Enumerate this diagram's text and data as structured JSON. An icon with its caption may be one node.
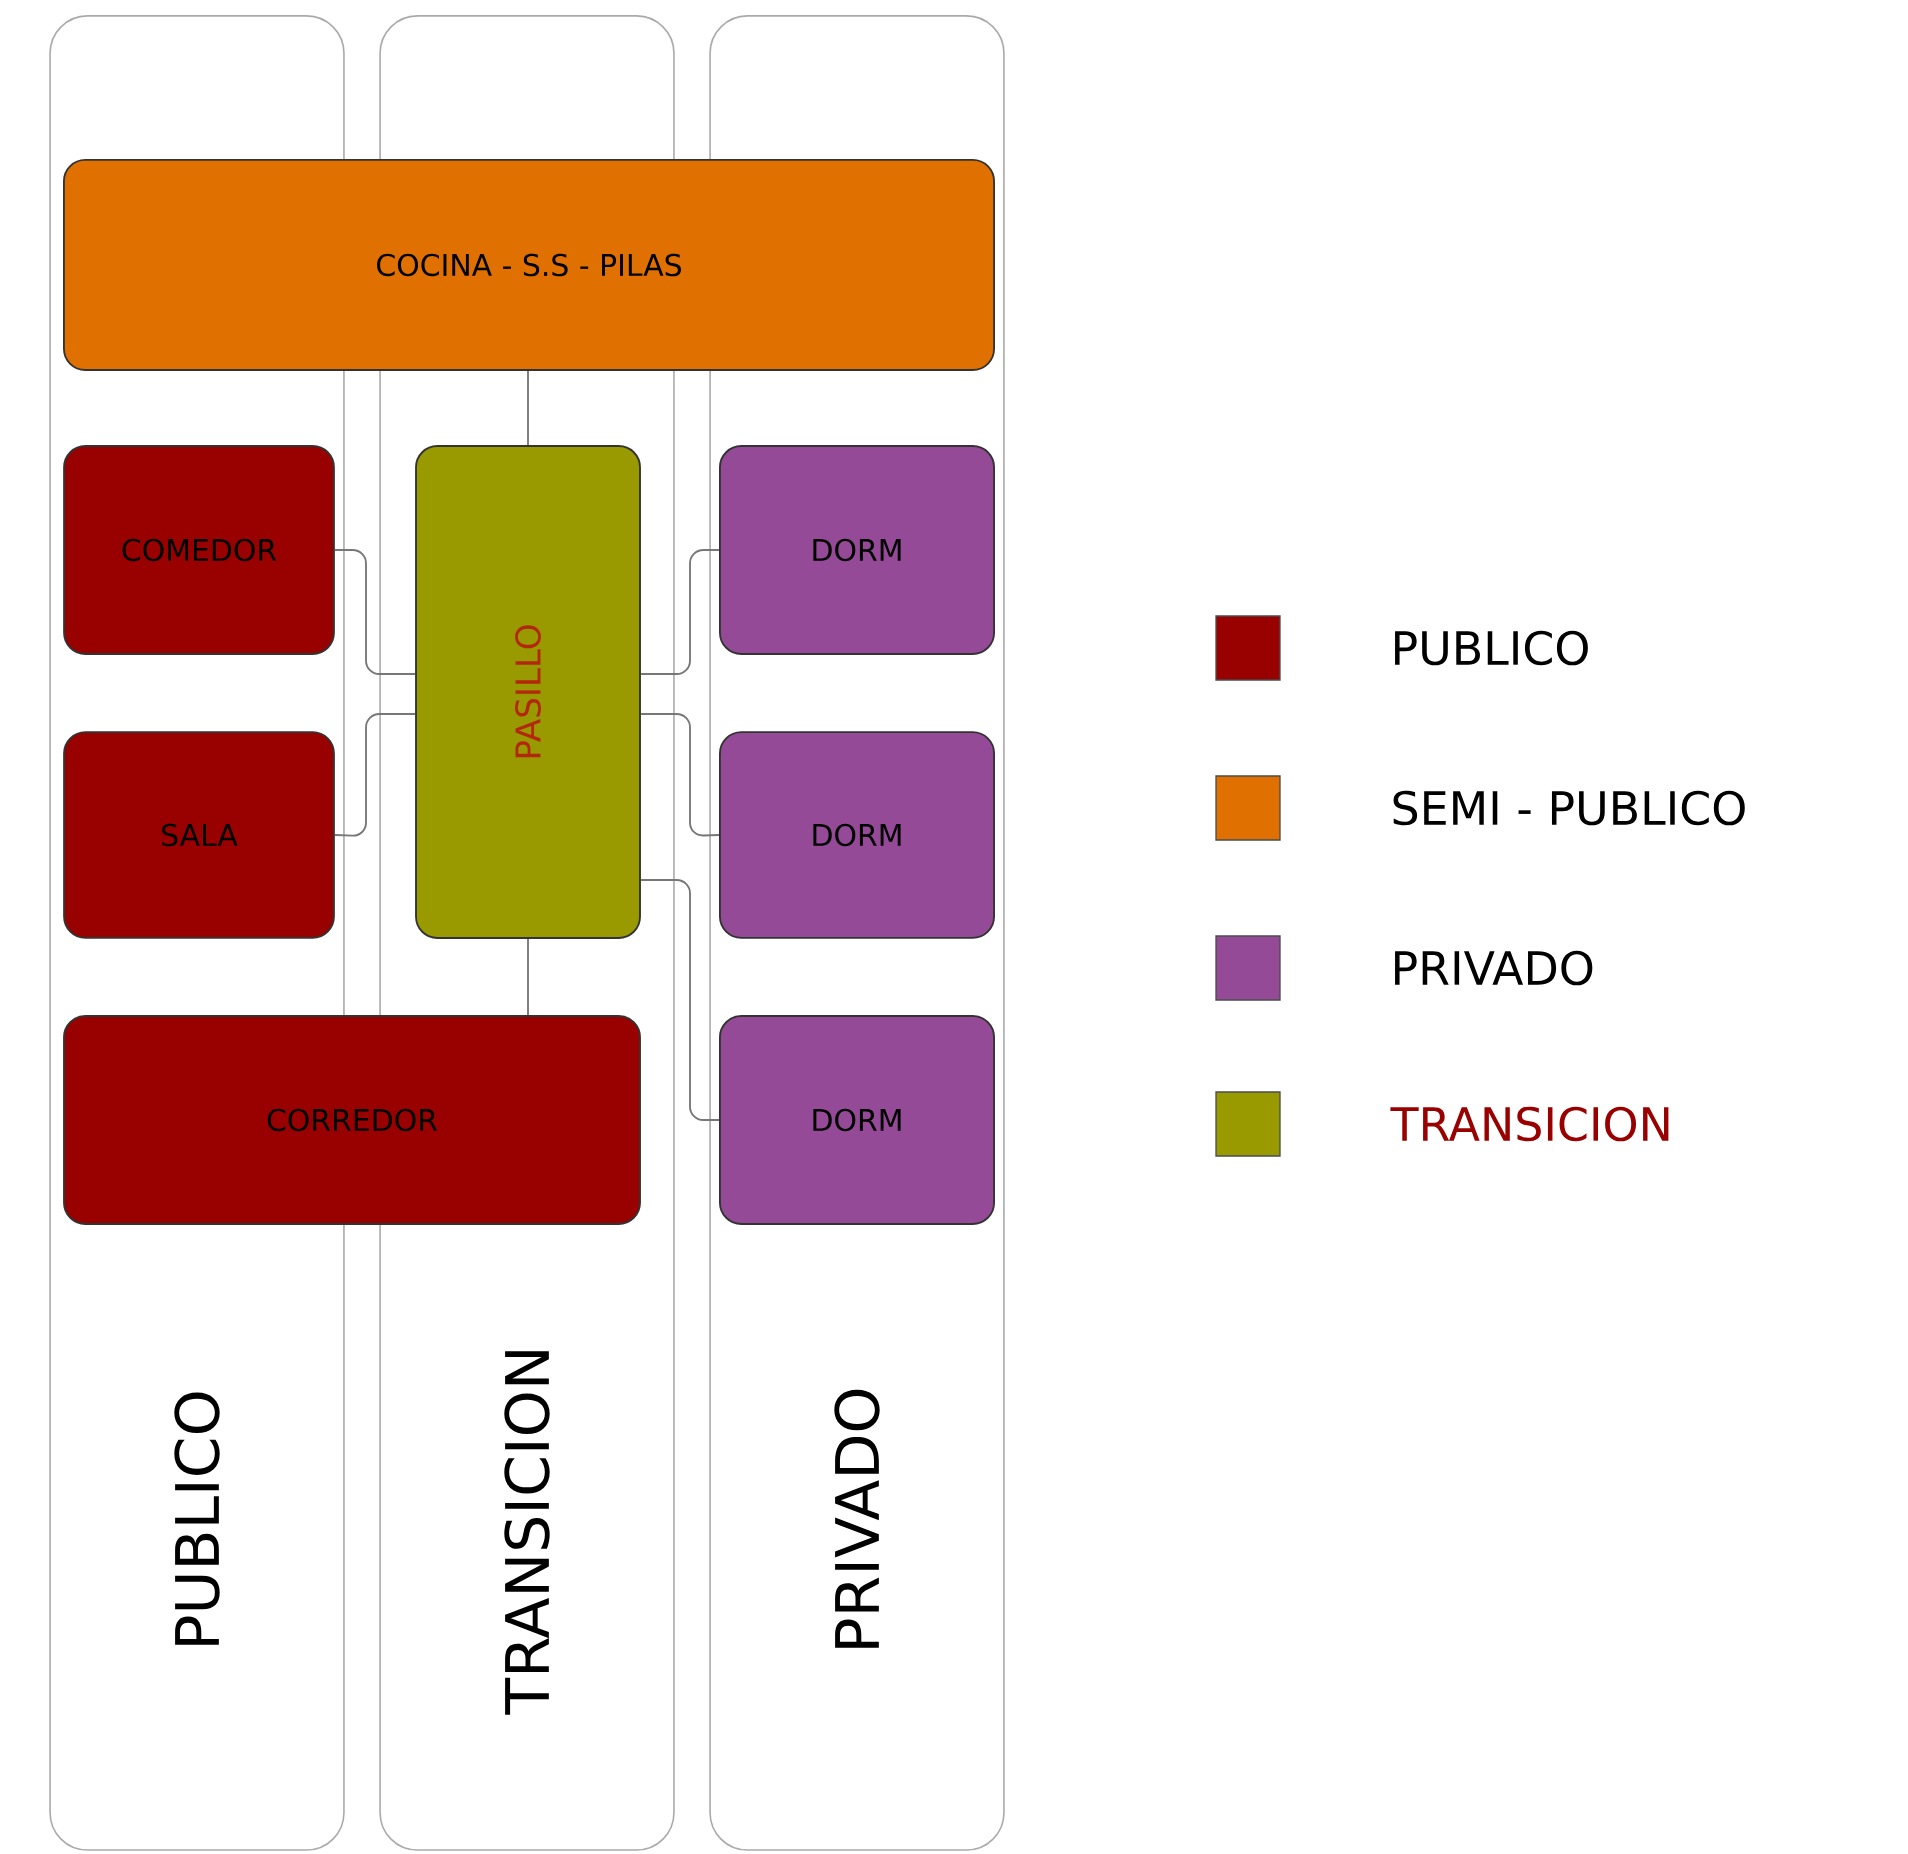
{
  "diagram": {
    "nodes": [
      {
        "text": [
          "PUBLICO"
        ]
      },
      {
        "text": [
          "TRANSICION"
        ]
      },
      {
        "text": [
          "PRIVADO"
        ]
      },
      {
        "text": [
          "COCINA - S.S - PILAS"
        ]
      },
      {
        "text": [
          "COMEDOR"
        ],
        "in": 0
      },
      {
        "text": [
          "PASILLO"
        ],
        "in": 1
      },
      {
        "text": [
          "DORM"
        ],
        "in": 2
      },
      {
        "text": [
          "SALA"
        ],
        "in": 0
      },
      {
        "text": [
          "DORM"
        ],
        "in": 2
      },
      {
        "text": [
          "CORREDOR"
        ]
      },
      {
        "text": [
          "DORM"
        ],
        "in": 2
      }
    ],
    "edges": [
      {
        "from": 3,
        "to": 5,
        "arrow": "none"
      },
      {
        "from": 4,
        "to": 5,
        "arrow": "none"
      },
      {
        "from": 7,
        "to": 5,
        "arrow": "none"
      },
      {
        "from": 5,
        "to": 6,
        "arrow": "none"
      },
      {
        "from": 5,
        "to": 8,
        "arrow": "none"
      },
      {
        "from": 5,
        "to": 10,
        "arrow": "none"
      },
      {
        "from": 5,
        "to": 9,
        "arrow": "none"
      }
    ],
    "legend": [
      {
        "text": "PUBLICO",
        "color": "#990000"
      },
      {
        "text": "SEMI - PUBLICO",
        "color": "#e07000"
      },
      {
        "text": "PRIVADO",
        "color": "#954a97"
      },
      {
        "text": "TRANSICION",
        "color": "#999900"
      }
    ]
  }
}
